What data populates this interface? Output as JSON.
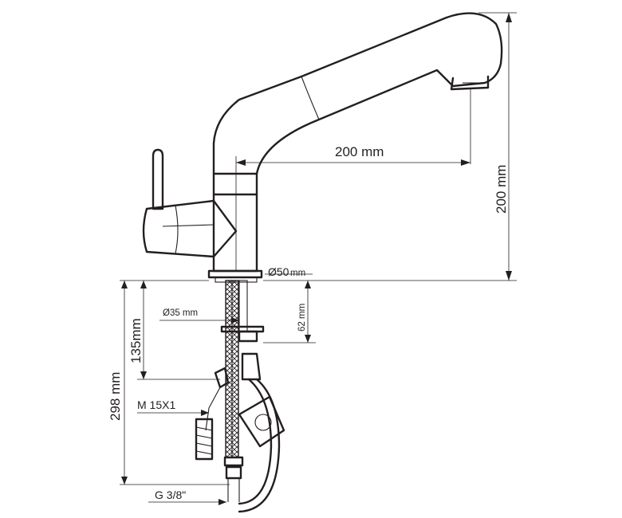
{
  "labels": {
    "spout_reach": "200 mm",
    "height": "200 mm",
    "base_diameter": "Ø50",
    "base_diameter_unit": "mm",
    "shank_diameter": "Ø35 mm",
    "shank_length": "62 mm",
    "fixing_depth": "135mm",
    "total_below": "298 mm",
    "thread_size": "M 15X1",
    "connection": "G 3/8\""
  },
  "colors": {
    "line": "#231f20",
    "background": "#ffffff"
  }
}
